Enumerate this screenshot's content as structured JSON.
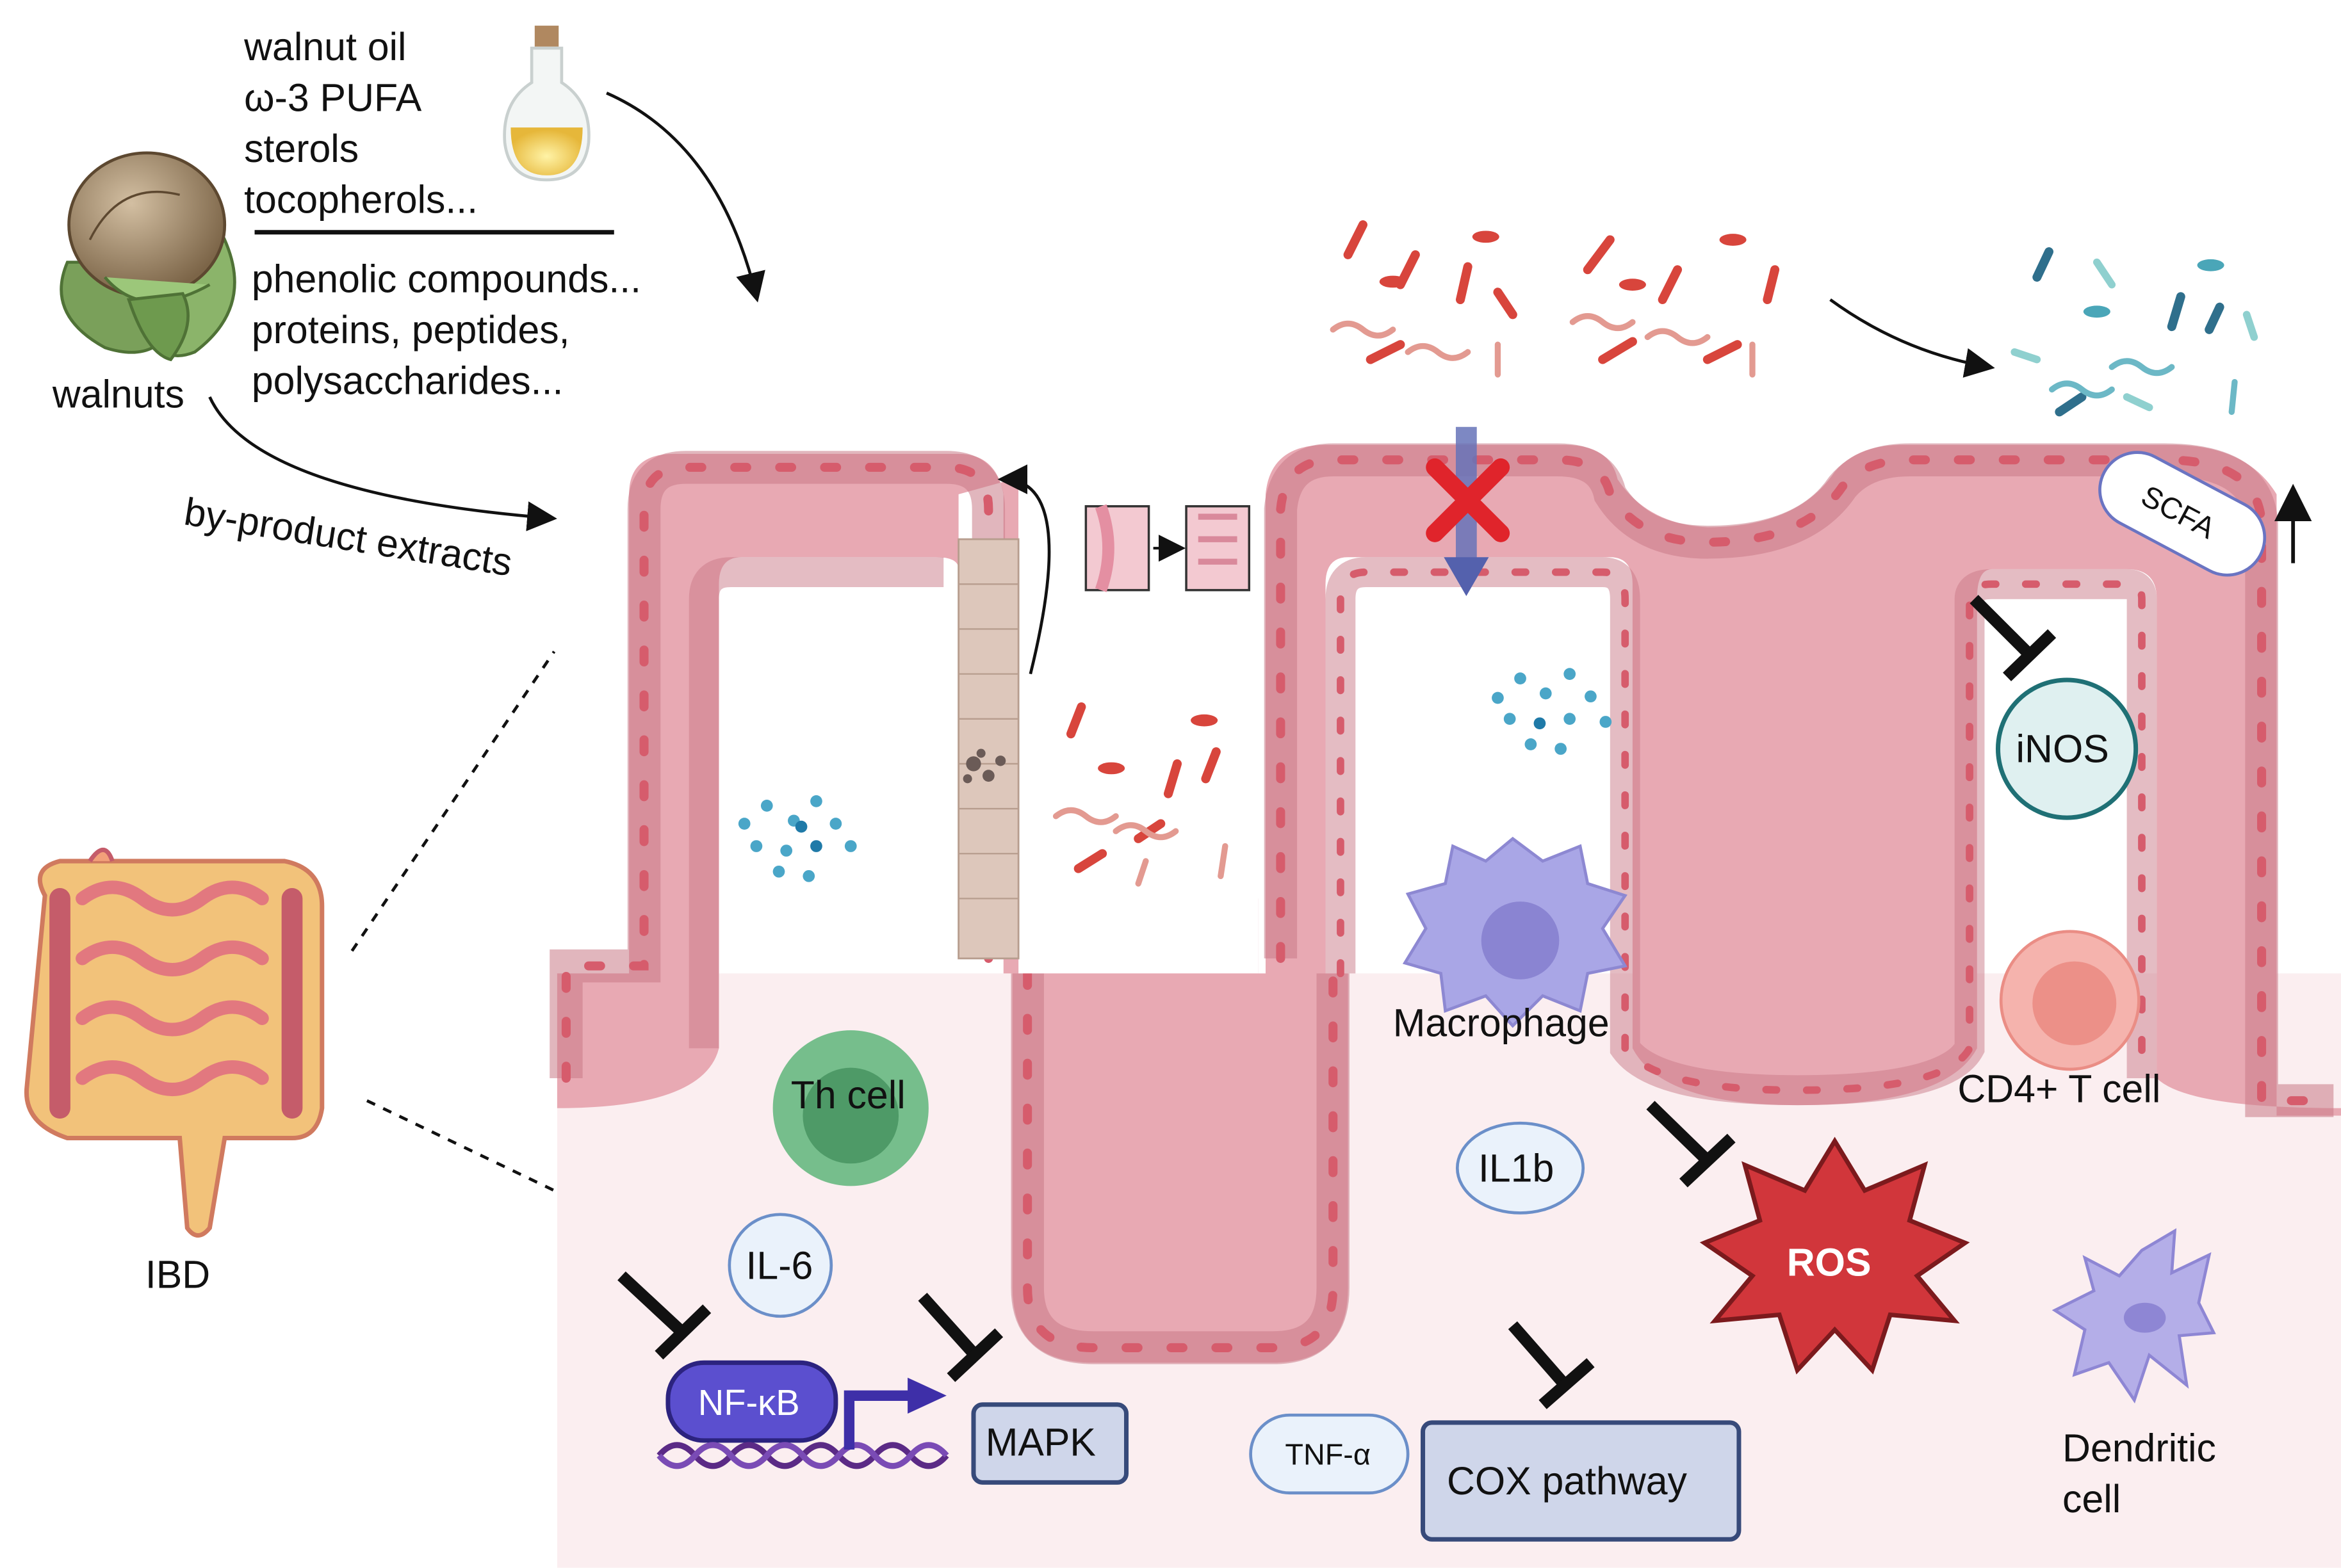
{
  "walnut_components": {
    "oil_items": [
      "walnut oil",
      "ω-3 PUFA",
      "sterols",
      "tocopherols..."
    ],
    "byproduct_items": [
      "phenolic compounds...",
      "proteins, peptides,",
      "polysaccharides..."
    ]
  },
  "walnuts_label": "walnuts",
  "byproduct_label": "by-product extracts",
  "ibd_label": "IBD",
  "cells": {
    "th_cell": "Th cell",
    "macrophage": "Macrophage",
    "cd4_t_cell": "CD4+ T cell",
    "dendritic_cell": [
      "Dendritic",
      "cell"
    ]
  },
  "mediators": {
    "il6": "IL-6",
    "il1b": "IL1b",
    "tnf": "TNF-α",
    "inos": "iNOS",
    "scfa": "SCFA",
    "ros": "ROS",
    "nfkb": "NF-κB",
    "mapk": "MAPK",
    "cox": "COX pathway"
  },
  "colors": {
    "tissue": "#e8a9b3",
    "tissue_dark": "#c97a87",
    "lamina": "#fbeef0",
    "nucleus": "#d65c6c",
    "bacteria_red": "#d8453c",
    "bacteria_teal": "#4aa6b8",
    "ros": "#d1363b",
    "nfkb": "#5b4fcf",
    "macrophage": "#a9a6e6",
    "th_cell": "#76be8c",
    "cd4": "#f5b3ad",
    "inos_fill": "#dff0f0"
  }
}
